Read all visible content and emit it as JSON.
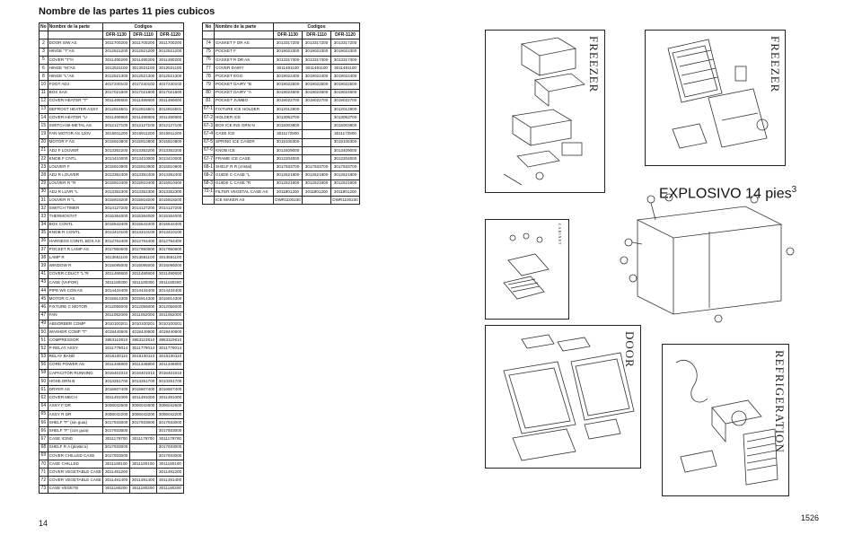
{
  "page": {
    "title": "Nombre de las partes 11 pies cubicos",
    "page_left": "14",
    "page_right": "1526",
    "explosivo": "EXPLOSIVO 14 pies",
    "explosivo_sup": "3",
    "label_freezer_1": "FREEZER",
    "label_freezer_2": "FREEZER",
    "label_door": "DOOR",
    "label_refrigeration": "REFRIGERATION",
    "label_small": "CABINET"
  },
  "table": {
    "header": {
      "no": "No",
      "name": "Nombre de la parte",
      "codigos": "Codigos"
    },
    "models": [
      "DFR-1130",
      "DFR-1110",
      "DFR-1120"
    ],
    "left_rows": [
      [
        "2",
        "DOOR S/W AS",
        "3011700200",
        "3011700200",
        "3011700200"
      ],
      [
        "3",
        "HINGE \"T\"AS",
        "3012521200",
        "3012521200",
        "3012521200"
      ],
      [
        "5",
        "COVER \"T\"H",
        "3011490200",
        "3011490200",
        "3011490200"
      ],
      [
        "6",
        "HINGE \"M\"AS",
        "3012521100",
        "3012521100",
        "3012521100"
      ],
      [
        "8",
        "HINGE \"L\"AS",
        "3012521300",
        "3012521300",
        "3012521300"
      ],
      [
        "10",
        "FOOT ADJ",
        "4017240102",
        "4017240102",
        "4017240102"
      ],
      [
        "11",
        "BOX SAS",
        "3017021800",
        "3017021800",
        "3017021800"
      ],
      [
        "12",
        "COVER HEATER \"T\"",
        "3011490600",
        "3011490600",
        "3011490600"
      ],
      [
        "13",
        "DEFROST HEATER ASSY",
        "3012816501",
        "3012816501",
        "3012816501"
      ],
      [
        "14",
        "COVER HEATER \"U",
        "3011490900",
        "3011490900",
        "3011490900"
      ],
      [
        "15",
        "SWITCH BI-METAL AS",
        "3012127100",
        "3012127100",
        "3012127100"
      ],
      [
        "19",
        "FAN MOTOR AS 120V",
        "3015911200",
        "3015911200",
        "3015911200"
      ],
      [
        "20",
        "MOTOR F AS",
        "3015910800",
        "3015910800",
        "3015910800"
      ],
      [
        "21",
        "ADJ F LOUVER",
        "3013352200",
        "3013352200",
        "3013352200"
      ],
      [
        "22",
        "KNOB F CNTL",
        "3013410000",
        "3013410000",
        "3013410000"
      ],
      [
        "23",
        "LOUVER F",
        "3015910900",
        "3015910900",
        "3015910900"
      ],
      [
        "28",
        "ADJ R LOUVER",
        "3013352400",
        "3013352400",
        "3013352400"
      ],
      [
        "29",
        "LOUVER R \"R",
        "3015910400",
        "3015910400",
        "3015910400"
      ],
      [
        "30",
        "ADJ R LUVR \"L",
        "3013352300",
        "3013352300",
        "3013352300"
      ],
      [
        "31",
        "LOUVER R \"L",
        "3015918200",
        "3015918200",
        "3015918200"
      ],
      [
        "32",
        "SWITCH TIMER",
        "3014127200",
        "3014127200",
        "3014127200"
      ],
      [
        "33",
        "THERMOSTAT",
        "3015364000",
        "3015364000",
        "3015364000"
      ],
      [
        "34",
        "BOX CONTL",
        "3015542400",
        "3015542400",
        "3015542400"
      ],
      [
        "35",
        "KNOB R CONTL",
        "3013410100",
        "3013410100",
        "3013410100"
      ],
      [
        "36",
        "HARNESS CONTL BOX AS",
        "3012764400",
        "3012764400",
        "3012764400"
      ],
      [
        "37",
        "POCKET R LAMP AS",
        "3017950600",
        "3017950600",
        "3017950600"
      ],
      [
        "38",
        "LAMP R",
        "3013661100",
        "3013661100",
        "3013661100"
      ],
      [
        "39",
        "WINDOW R",
        "3015095000",
        "3015095000",
        "3015095000"
      ],
      [
        "41",
        "COVER CDUCT \"L\"R",
        "3011490600",
        "3011490600",
        "3011490600"
      ],
      [
        "43",
        "CASE (VAPOR)",
        "3011180300",
        "3011180300",
        "3011180300"
      ],
      [
        "44",
        "PIPE W/I CON AS",
        "3014434400",
        "3014434400",
        "3014434400"
      ],
      [
        "45",
        "MOTOR C AS",
        "3015914300",
        "3015914300",
        "3015914300"
      ],
      [
        "46",
        "FIXTURE C MOTOR",
        "3012056000",
        "3012056000",
        "3012056000"
      ],
      [
        "47",
        "FAN",
        "3011052000",
        "3011052000",
        "3011052000"
      ],
      [
        "49",
        "ABSORBER COMP",
        "3010100201",
        "3010100201",
        "3010100201"
      ],
      [
        "50",
        "WASHER COMP \"T\"",
        "4019440600",
        "4019440600",
        "4019440600"
      ],
      [
        "51",
        "COMPRESSOR",
        "3953110810",
        "3953110810",
        "3953110810"
      ],
      [
        "52",
        "P RELAY ASSY",
        "3011779014",
        "3011779014",
        "3011779014"
      ],
      [
        "53",
        "RELAY BAND",
        "3016100110",
        "3016100110",
        "3016100110"
      ],
      [
        "56",
        "CORD POWER AS",
        "3011346800",
        "3011346800",
        "3011346800"
      ],
      [
        "58",
        "CAPACITOR RUNNING",
        "3016401010",
        "3016401010",
        "3016401010"
      ],
      [
        "60",
        "HOSE DRN B",
        "3013251700",
        "3013251700",
        "3013251700"
      ],
      [
        "61",
        "DRYER AS",
        "3016607400",
        "3016607400",
        "3016607400"
      ],
      [
        "62",
        "COVER MECH",
        "3011491000",
        "3011491000",
        "3011491000"
      ],
      [
        "64",
        "ASSY F DR",
        "3006042600",
        "3006042600",
        "3006042600"
      ],
      [
        "65",
        "ASSY R DR",
        "3006042200",
        "3006042200",
        "3006042200"
      ],
      [
        "66",
        "SHELF \"F\" (sin guia)",
        "3017933000",
        "3017933000",
        "3017933000"
      ],
      [
        "66",
        "SHELF \"F\" (con guia)",
        "3017933000",
        "",
        "3017933000"
      ],
      [
        "67",
        "CASE ICING",
        "3011179700",
        "3011179700",
        "3011179700"
      ],
      [
        "68",
        "SHELF R A (plastico)",
        "3017933000",
        "",
        "3017933000"
      ],
      [
        "69",
        "COVER CHILLED CASE",
        "3017933000",
        "",
        "3017933000"
      ],
      [
        "70",
        "CASE CHILLED",
        "3011180100",
        "3011180100",
        "3011180100"
      ],
      [
        "71",
        "COVER VEGETABLE CASE",
        "3011491200",
        "",
        "3011491200"
      ],
      [
        "72",
        "COVER VEGETABLE CASE",
        "3011491400",
        "3011491400",
        "3011491400"
      ],
      [
        "73",
        "CASE VEGETB",
        "3011180200",
        "3011180200",
        "3011180200"
      ]
    ],
    "right_rows": [
      [
        "74",
        "GASKET F DR AS",
        "3013317200",
        "3013317200",
        "3013317200"
      ],
      [
        "75",
        "POCKET F",
        "3019022300",
        "3019022300",
        "3019022300"
      ],
      [
        "76",
        "GASKET R DR AS",
        "3013317300",
        "3013317300",
        "3013317300"
      ],
      [
        "77",
        "COVER DAIRY",
        "3011491100",
        "3011491100",
        "3011491100"
      ],
      [
        "78",
        "POCKET EGG",
        "3019022400",
        "3019022400",
        "3019022400"
      ],
      [
        "79",
        "POCKET DAIRY \"B",
        "3019022500",
        "3019022500",
        "3019022500"
      ],
      [
        "80",
        "POCKET DAIRY \"A",
        "3019022600",
        "3019022600",
        "3019022600"
      ],
      [
        "81",
        "POCKET JUMBO",
        "3019022700",
        "3019022700",
        "3019022700"
      ],
      [
        "67-1",
        "FIXTURE ICE HOLDER",
        "3012012900",
        "",
        "3012012900"
      ],
      [
        "67-2",
        "HOLDER ICE",
        "3013063700",
        "",
        "3013063700"
      ],
      [
        "67-3",
        "BOX ICE INS GRN N",
        "3015003800",
        "",
        "3015003800"
      ],
      [
        "67-4",
        "CASE ICE",
        "3011172800",
        "",
        "3011172800"
      ],
      [
        "67-5",
        "SPRING ICE CASER",
        "3019106300",
        "",
        "3019106300"
      ],
      [
        "67-6",
        "KNOB ICE",
        "3013409000",
        "",
        "3013409000"
      ],
      [
        "67-7",
        "FRAME ICE CASE",
        "3012204000",
        "",
        "3012204000"
      ],
      [
        "68-1",
        "SHELF R R (cristal)",
        "3017933700",
        "3017933700",
        "3017933700"
      ],
      [
        "68-2",
        "GUIDE C CASE \"L",
        "3012521800",
        "3012521800",
        "3012521800"
      ],
      [
        "68-3",
        "GUIDE C CASE \"R",
        "3012521900",
        "3012521900",
        "3012521900"
      ],
      [
        "72-1",
        "FILTER VEGETAL CASE AS",
        "3011901200",
        "3011901200",
        "3011901200"
      ],
      [
        "",
        "ICE MAKER AS",
        "DWR1100230",
        "",
        "DWR1100230"
      ]
    ]
  }
}
